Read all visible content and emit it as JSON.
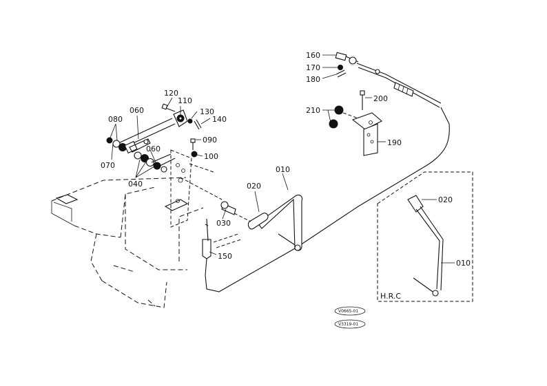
{
  "callouts": {
    "c160": "160",
    "c170": "170",
    "c180": "180",
    "c200": "200",
    "c210": "210",
    "c190": "190",
    "c120": "120",
    "c110": "110",
    "c130": "130",
    "c140": "140",
    "c060a": "060",
    "c080": "080",
    "c090": "090",
    "c060b": "060",
    "c100": "100",
    "c070": "070",
    "c040": "040",
    "c010": "010",
    "c020": "020",
    "c030": "030",
    "c150": "150",
    "hrc020": "020",
    "hrc010": "010"
  },
  "inset": {
    "label": "H.R.C"
  },
  "stamps": {
    "s1": "V0665-01",
    "s2": "V3319-01"
  }
}
